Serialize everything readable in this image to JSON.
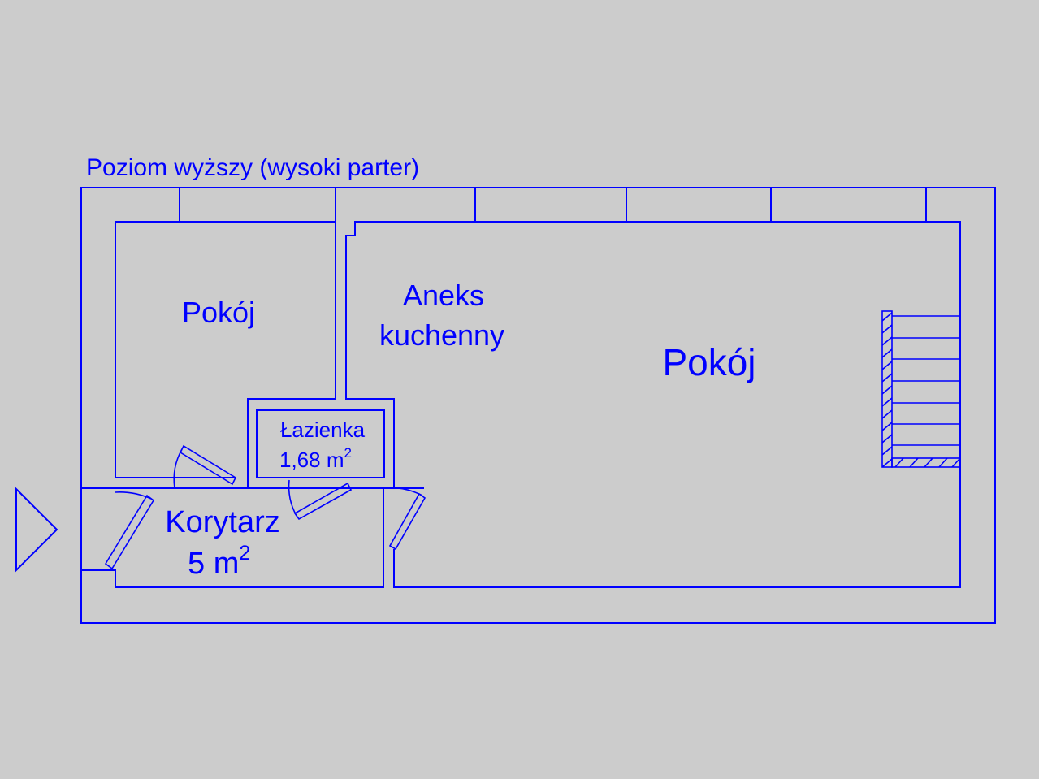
{
  "plan": {
    "title": "Poziom wyższy (wysoki parter)",
    "line_color": "#0000ff",
    "background_color": "#cccccc",
    "rooms": {
      "left_room": {
        "name": "Pokój"
      },
      "kitchenette": {
        "name_line1": "Aneks",
        "name_line2": "kuchenny"
      },
      "main_room": {
        "name": "Pokój"
      },
      "bathroom": {
        "name": "Łazienka",
        "area_value": "1,68 m",
        "area_sup": "2"
      },
      "corridor": {
        "name": "Korytarz",
        "area_value": "5 m",
        "area_sup": "2"
      }
    },
    "icons": {
      "entrance": "entrance-arrow-icon",
      "stairs": "stairs-icon"
    }
  }
}
